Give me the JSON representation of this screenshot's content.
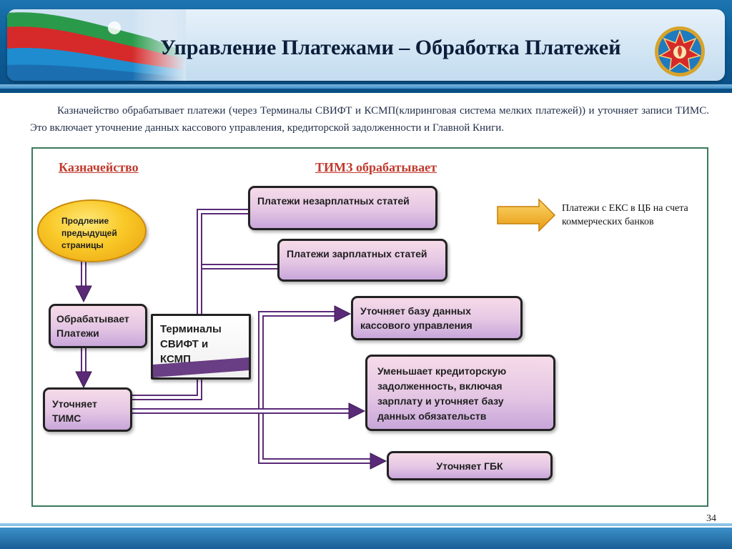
{
  "title": "Управление Платежами – Обработка Платежей",
  "intro": "Казначейство обрабатывает платежи  (через Терминалы СВИФТ и КСМП(клиринговая система мелких платежей)) и уточняет записи ТИМС. Это включает уточнение данных кассового управления,  кредиторской задолженности и Главной Книги.",
  "headers": {
    "treasury": "Казначейство",
    "timz": "ТИМЗ обрабатывает"
  },
  "nodes": {
    "continuation": "Продление предыдущей страницы",
    "process": "Обрабатывает Платежи",
    "update_tims": "Уточняет ТИМС",
    "terminals": "Терминалы СВИФТ и КСМП",
    "nonpayroll": "Платежи незарплатных статей",
    "payroll": "Платежи зарплатных статей",
    "cash_db": "Уточняет базу данных кассового управления",
    "payables": "Уменьшает кредиторскую задолженность, включая зарплату и уточняет базу данных обязательств",
    "gl": "Уточняет ГБК"
  },
  "note": "Платежи с ЕКС в ЦБ на счета коммерческих банков",
  "page_number": "34",
  "colors": {
    "header_blue": "#0d5e98",
    "title_text": "#0b1e3a",
    "section_header": "#c0392b",
    "box_fill": "#e4c6e4",
    "oval_fill": "#f9c928",
    "connector": "#5a2a78",
    "arrow_fill": "#f2b01e",
    "frame_border": "#3a7a5a"
  }
}
